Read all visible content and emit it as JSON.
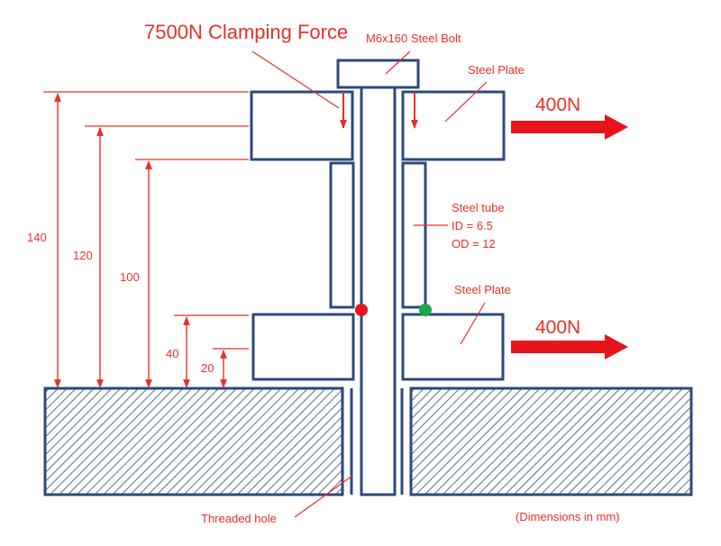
{
  "labels": {
    "clamping_force": "7500N Clamping Force",
    "bolt": "M6x160 Steel Bolt",
    "top_plate": "Steel Plate",
    "tube_title": "Steel tube",
    "tube_id": "ID = 6.5",
    "tube_od": "OD = 12",
    "bottom_plate": "Steel Plate",
    "threaded_hole": "Threaded hole",
    "units_note": "(Dimensions in mm)"
  },
  "forces": {
    "top": "400N",
    "bottom": "400N"
  },
  "dimensions": {
    "d140": "140",
    "d120": "120",
    "d100": "100",
    "d40": "40",
    "d20": "20"
  },
  "colors": {
    "annotation": "#e8302a",
    "outline": "#2c4a7a",
    "point_left": "#e8141c",
    "point_right": "#1aa84a"
  }
}
